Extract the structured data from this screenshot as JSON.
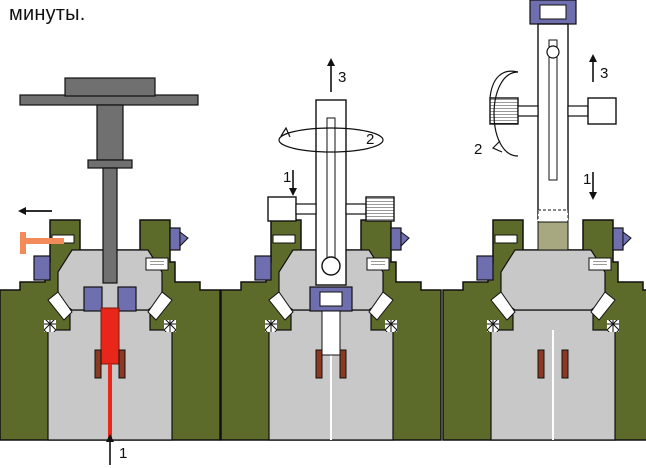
{
  "caption": "минуты.",
  "colors": {
    "body_olive": "#5c6b2a",
    "bore_grey": "#c8c8c8",
    "seal_blue": "#6f6fb0",
    "needle_red": "#e8261a",
    "needle_outline": "#7a1a10",
    "collet_brown": "#8a3a22",
    "plunger_grey": "#707070",
    "handle_orange": "#f28a5a",
    "chamber_light": "#a7a780",
    "metal_white": "#ffffff"
  },
  "stages": [
    {
      "name": "needle-insertion",
      "labels": [
        {
          "text": "1"
        }
      ]
    },
    {
      "name": "plug-insertion",
      "labels": [
        {
          "text": "3"
        },
        {
          "text": "2"
        },
        {
          "text": "1"
        }
      ]
    },
    {
      "name": "plug-removal",
      "labels": [
        {
          "text": "3"
        },
        {
          "text": "2"
        },
        {
          "text": "1"
        }
      ]
    }
  ]
}
